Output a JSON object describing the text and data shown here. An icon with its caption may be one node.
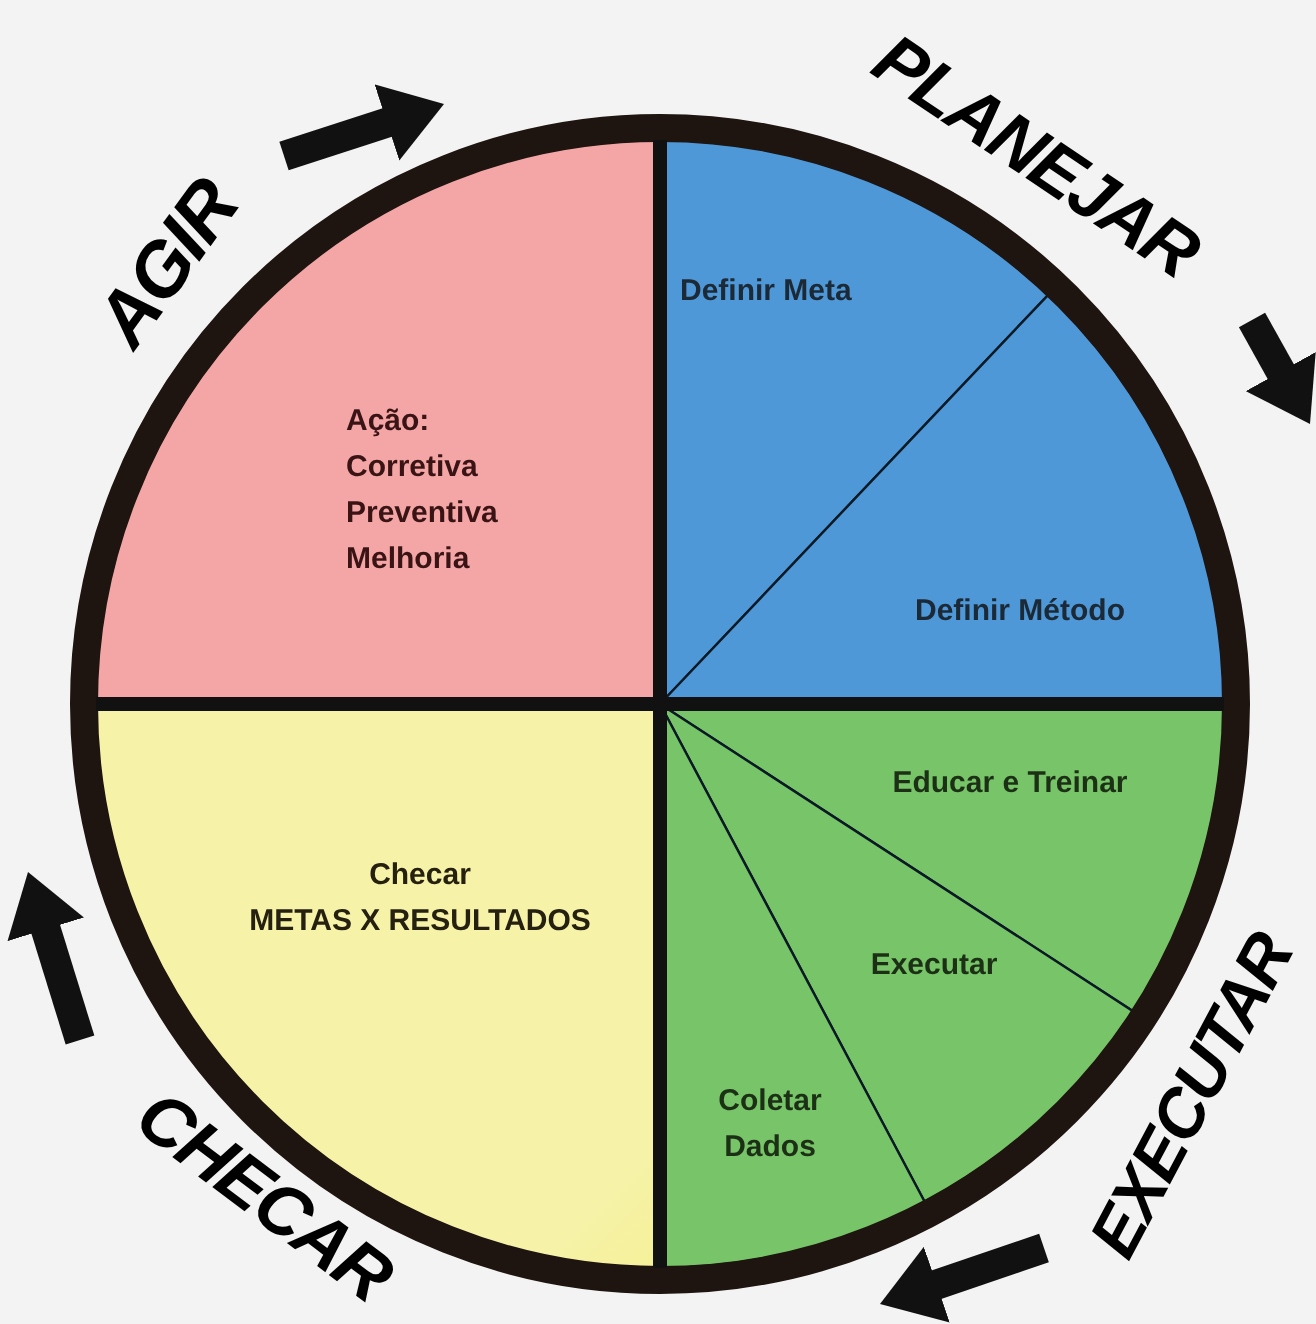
{
  "diagram": {
    "nodes": [
      {
        "text": [
          "Ação: Corretiva Preventiva Melhoria"
        ]
      },
      {
        "text": [
          "Definir Meta"
        ]
      },
      {
        "text": [
          "Definir Método"
        ]
      },
      {
        "text": [
          "Checar",
          "METAS X RESULTADOS"
        ]
      },
      {
        "text": [
          "Educar e Treinar"
        ]
      },
      {
        "text": [
          "Executar"
        ]
      },
      {
        "text": [
          "Coletar Dados"
        ]
      },
      {
        "text": [
          "AGIR"
        ]
      },
      {
        "text": [
          "PLANEJAR"
        ]
      },
      {
        "text": [
          "EXECUTAR"
        ]
      },
      {
        "text": [
          "CHECAR"
        ]
      }
    ]
  }
}
